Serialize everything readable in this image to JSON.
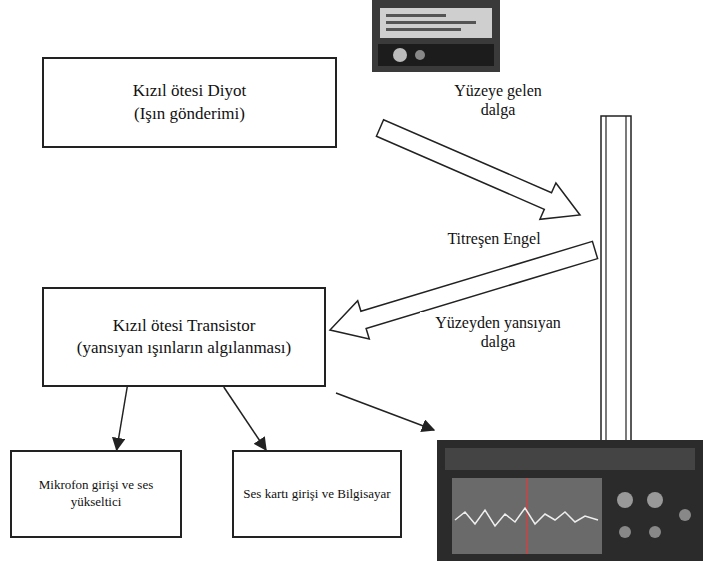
{
  "diagram": {
    "nodes": [
      {
        "text": [
          "Kızıl ötesi Diyot",
          "(Işın gönderimi)"
        ]
      },
      {
        "text": [
          "Kızıl ötesi Transistor",
          "(yansıyan ışınların algılanması)"
        ]
      },
      {
        "text": [
          "Mikrofon girişi ve ses yükseltici"
        ]
      },
      {
        "text": [
          "Ses kartı girişi ve Bilgisayar"
        ]
      }
    ],
    "edges": [
      {
        "from": 1,
        "to": 2,
        "arrow": "to"
      },
      {
        "from": 1,
        "to": 3,
        "arrow": "to"
      }
    ],
    "labels": [
      "Yüzeye gelen dalga",
      "Titreşen Engel",
      "Yüzeyden yansıyan dalga"
    ]
  }
}
